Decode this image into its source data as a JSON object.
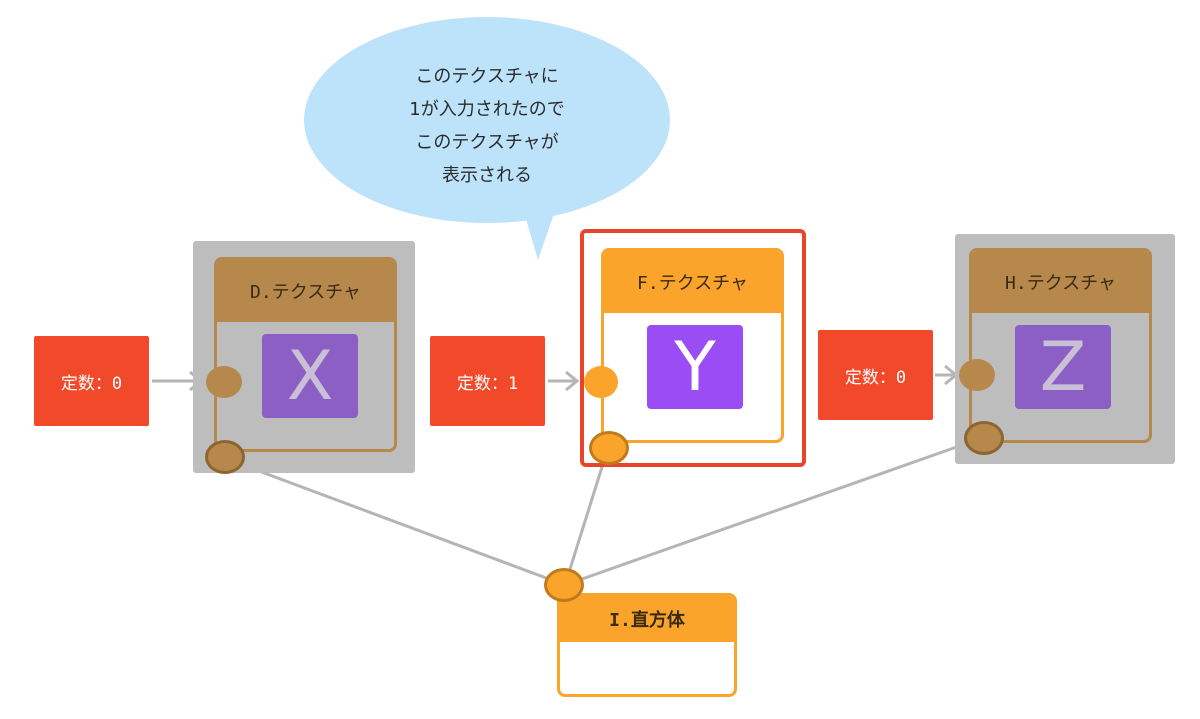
{
  "bubble": {
    "text": "このテクスチャに\n1が入力されたので\nこのテクスチャが\n表示される",
    "color": "#bde3fb"
  },
  "nodes": {
    "d": {
      "title": "D.テクスチャ",
      "letter": "X",
      "state": "inactive"
    },
    "f": {
      "title": "F.テクスチャ",
      "letter": "Y",
      "state": "active",
      "selected": true
    },
    "h": {
      "title": "H.テクスチャ",
      "letter": "Z",
      "state": "inactive"
    },
    "i": {
      "title": "I.直方体"
    }
  },
  "constants": {
    "c1": "定数：0",
    "c2": "定数：1",
    "c3": "定数：0"
  },
  "colors": {
    "active": "#fba42b",
    "inactive": "#b6884b",
    "constant": "#f1492a",
    "selection": "#e9442a",
    "texture_active": "#9a4df5",
    "texture_inactive": "#8c5fc4"
  }
}
